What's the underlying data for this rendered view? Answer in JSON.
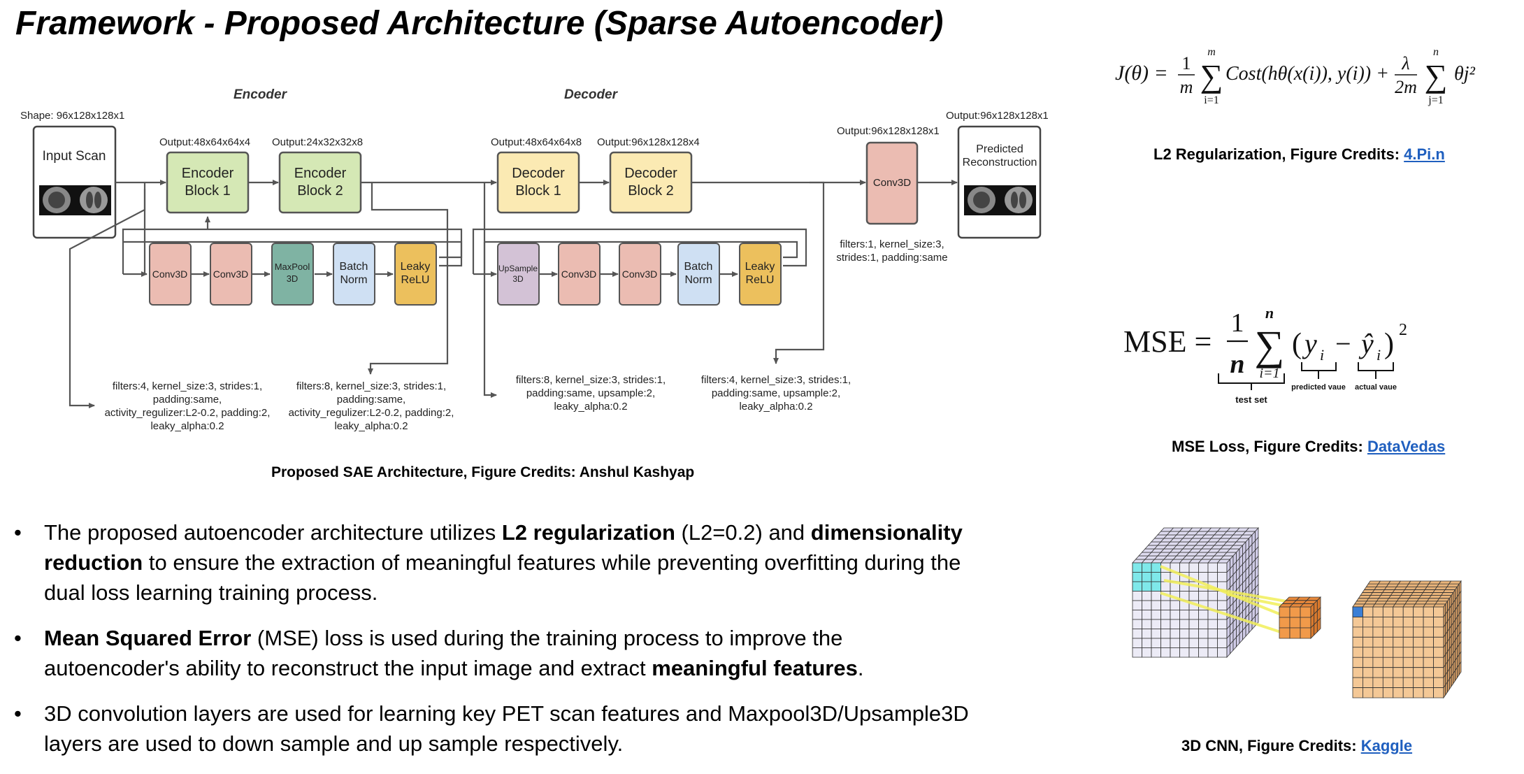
{
  "slide": {
    "title": "Framework - Proposed Architecture (Sparse Autoencoder)"
  },
  "diagram": {
    "encoder_label": "Encoder",
    "decoder_label": "Decoder",
    "input": {
      "shape": "Shape: 96x128x128x1",
      "label": "Input Scan"
    },
    "encoder_block1": {
      "output": "Output:48x64x64x4",
      "line1": "Encoder",
      "line2": "Block 1"
    },
    "encoder_block2": {
      "output": "Output:24x32x32x8",
      "line1": "Encoder",
      "line2": "Block 2"
    },
    "decoder_block1": {
      "output": "Output:48x64x64x8",
      "line1": "Decoder",
      "line2": "Block 1"
    },
    "decoder_block2": {
      "output": "Output:96x128x128x4",
      "line1": "Decoder",
      "line2": "Block 2"
    },
    "conv_final": {
      "output": "Output:96x128x128x1",
      "label": "Conv3D",
      "params1": "filters:1, kernel_size:3,",
      "params2": "strides:1, padding:same"
    },
    "output": {
      "shape": "Output:96x128x128x1",
      "line1": "Predicted",
      "line2": "Reconstruction"
    },
    "enc_layers": {
      "conv1": "Conv3D",
      "conv2": "Conv3D",
      "pool1": "MaxPool",
      "pool2": "3D",
      "bn1": "Batch",
      "bn2": "Norm",
      "relu1": "Leaky",
      "relu2": "ReLU"
    },
    "dec_layers": {
      "up1": "UpSample",
      "up2": "3D",
      "conv1": "Conv3D",
      "conv2": "Conv3D",
      "bn1": "Batch",
      "bn2": "Norm",
      "relu1": "Leaky",
      "relu2": "ReLU"
    },
    "notes": {
      "enc1": [
        "filters:4, kernel_size:3, strides:1,",
        "padding:same,",
        "activity_regulizer:L2-0.2, padding:2,",
        "leaky_alpha:0.2"
      ],
      "enc2": [
        "filters:8, kernel_size:3, strides:1,",
        "padding:same,",
        "activity_regulizer:L2-0.2, padding:2,",
        "leaky_alpha:0.2"
      ],
      "dec1": [
        "filters:8, kernel_size:3, strides:1,",
        "padding:same, upsample:2,",
        "leaky_alpha:0.2"
      ],
      "dec2": [
        "filters:4, kernel_size:3, strides:1,",
        "padding:same, upsample:2,",
        "leaky_alpha:0.2"
      ]
    },
    "caption": "Proposed SAE Architecture, Figure Credits: Anshul Kashyap"
  },
  "bullets": [
    {
      "parts": [
        {
          "t": "The proposed autoencoder architecture utilizes ",
          "b": false
        },
        {
          "t": "L2 regularization",
          "b": true
        },
        {
          "t": " (L2=0.2) and ",
          "b": false
        },
        {
          "t": "dimensionality reduction",
          "b": true
        },
        {
          "t": " to ensure the extraction of meaningful features while preventing overfitting during the dual loss learning training process.",
          "b": false
        }
      ]
    },
    {
      "parts": [
        {
          "t": "Mean Squared Error",
          "b": true
        },
        {
          "t": " (MSE) loss is used during the training process to improve the autoencoder's ability to reconstruct the input image and extract ",
          "b": false
        },
        {
          "t": "meaningful features",
          "b": true
        },
        {
          "t": ".",
          "b": false
        }
      ]
    },
    {
      "parts": [
        {
          "t": "3D convolution layers are used for learning key PET scan features and Maxpool3D/Upsample3D layers are used to down sample and up sample respectively.",
          "b": false
        }
      ]
    }
  ],
  "figures": {
    "l2": {
      "caption": "L2 Regularization, Figure Credits: ",
      "link": "4.Pi.n",
      "formula": {
        "lhs": "J(θ) =",
        "frac_num": "1",
        "frac_den": "m",
        "sum_top": "m",
        "sum_bot": "i=1",
        "body": "Cost(hθ(x(i)), y(i)) +",
        "frac2_num": "λ",
        "frac2_den": "2m",
        "sum2_top": "n",
        "sum2_bot": "j=1",
        "tail": "θj²"
      }
    },
    "mse": {
      "caption": "MSE Loss, Figure Credits: ",
      "link": "DataVedas",
      "formula": {
        "lhs": "MSE =",
        "frac_num": "1",
        "frac_den": "n",
        "sum_top": "n",
        "sum_bot": "i=1",
        "term1": "y",
        "term2": "ŷ",
        "sub": "i",
        "sq": "2",
        "label_test": "test set",
        "label_pred": "predicted vaue",
        "label_actual": "actual vaue"
      }
    },
    "cnn": {
      "caption": "3D CNN, Figure Credits: ",
      "link": "Kaggle"
    }
  },
  "colors": {
    "encoder_green": "#d5e8b5",
    "decoder_yellow": "#fbeab3",
    "conv_pink": "#ebbcb2",
    "maxpool_teal": "#7fb3a3",
    "batchnorm_blue": "#cfe0f3",
    "leaky_orange": "#ecc05d",
    "upsample_purple": "#d3c2d6",
    "link_blue": "#1f5fbf"
  }
}
